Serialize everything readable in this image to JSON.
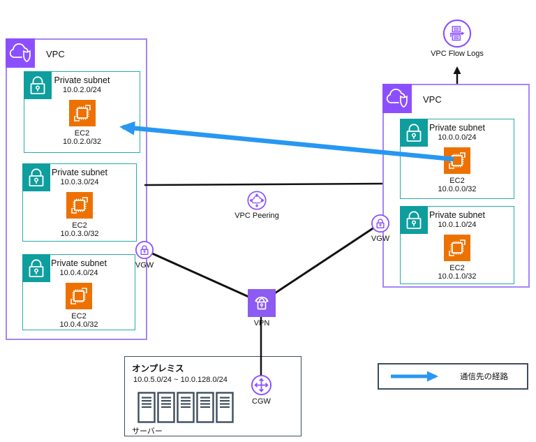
{
  "vpc_left": {
    "label": "VPC",
    "vgw_label": "VGW",
    "subnets": [
      {
        "name": "Private subnet",
        "cidr": "10.0.2.0/24",
        "ec2_label": "EC2",
        "ec2_ip": "10.0.2.0/32"
      },
      {
        "name": "Private subnet",
        "cidr": "10.0.3.0/24",
        "ec2_label": "EC2",
        "ec2_ip": "10.0.3.0/32"
      },
      {
        "name": "Private subnet",
        "cidr": "10.0.4.0/24",
        "ec2_label": "EC2",
        "ec2_ip": "10.0.4.0/32"
      }
    ]
  },
  "vpc_right": {
    "label": "VPC",
    "vgw_label": "VGW",
    "subnets": [
      {
        "name": "Private subnet",
        "cidr": "10.0.0.0/24",
        "ec2_label": "EC2",
        "ec2_ip": "10.0.0.0/32"
      },
      {
        "name": "Private subnet",
        "cidr": "10.0.1.0/24",
        "ec2_label": "EC2",
        "ec2_ip": "10.0.1.0/32"
      }
    ]
  },
  "nodes": {
    "vpc_peering": "VPC Peering",
    "vpn": "VPN",
    "cgw": "CGW",
    "vpc_flow_logs": "VPC Flow Logs"
  },
  "on_premises": {
    "title": "オンプレミス",
    "cidr_range": "10.0.5.0/24 ~ 10.0.128.0/24",
    "servers_label": "サーバー",
    "server_count": 5
  },
  "legend": {
    "route_label": "通信先の経路"
  },
  "colors": {
    "vpc_purple": "#8C4FFF",
    "subnet_teal": "#0F9E9E",
    "ec2_orange": "#ED7100",
    "route_blue": "#2797F2",
    "onprem_navy": "#3E4D5E",
    "connector_black": "#111111"
  }
}
